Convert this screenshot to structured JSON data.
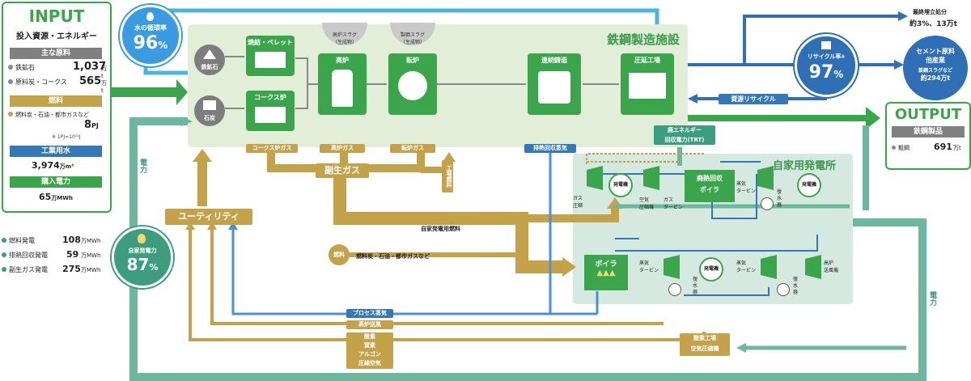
{
  "input": {
    "title": "INPUT",
    "subtitle": "投入資源・エネルギー",
    "main_material_label": "主な原料",
    "iron_ore_label": "鉄鉱石",
    "iron_ore_value": "1,037",
    "iron_ore_unit": "万t",
    "coal_label": "原料炭・コークス",
    "coal_value": "565",
    "coal_unit": "万t",
    "fuel_label": "燃料",
    "fuel_desc": "燃料炭・石油・都市ガスなど",
    "fuel_value": "8",
    "fuel_unit": "PJ",
    "fuel_note": "※ 1PJ=10¹⁵J",
    "water_label": "工業用水",
    "water_value": "3,974",
    "water_unit": "万m³",
    "power_label": "購入電力",
    "power_value": "65",
    "power_unit": "万MWh"
  },
  "power_list": [
    {
      "label": "燃料発電",
      "value": "108",
      "unit": "万MWh"
    },
    {
      "label": "排熱回収発電",
      "value": "59",
      "unit": "万MWh"
    },
    {
      "label": "副生ガス発電",
      "value": "275",
      "unit": "万MWh"
    }
  ],
  "water_rate": {
    "label": "水の循環率",
    "value": "96",
    "unit": "%"
  },
  "self_power": {
    "label": "自家発電力",
    "value": "87",
    "unit": "%"
  },
  "recycle": {
    "label": "リサイクル率",
    "note": "※",
    "value": "97",
    "unit": "%"
  },
  "facility": {
    "title": "鉄鋼製造施設"
  },
  "processes": {
    "iron_ore": "鉄鉱石",
    "coal": "石炭",
    "sinter": "焼結・ペレット",
    "coke": "コークス炉",
    "blast_furnace": "高炉",
    "converter": "転炉",
    "casting": "連続鋳造",
    "rolling": "圧延工場"
  },
  "slags": {
    "bf_slag": "高炉スラグ\n（生成物）",
    "conv_slag": "製鋼スラグ\n（生成物）"
  },
  "gas_tags": {
    "coke_gas": "コークス炉ガス",
    "bf_gas": "高炉ガス",
    "conv_gas": "転炉ガス",
    "byproduct_gas": "副生ガス",
    "factory_fuel": "工場燃料",
    "exhaust_steam": "排熱回収蒸気",
    "utility": "ユーティリティ",
    "self_fuel": "自家発電用燃料",
    "fuel": "燃料",
    "fuel_types": "燃料炭・石油・都市ガスなど",
    "process_steam": "プロセス蒸気",
    "bf_air": "高炉送風",
    "oxygen_list": "酸素\n窒素\nアルゴン\n圧縮空気",
    "oxygen_plant": "酸素工場\n空気圧縮機",
    "resource_recycle": "資源リサイクル",
    "waste_energy": "廃エネルギー\n回収電力(TRT)",
    "electric_left": "電力",
    "electric_right": "電力"
  },
  "power_plant": {
    "title": "自家用発電所",
    "generator": "発電機",
    "gas_comp": "ガス\n圧縮",
    "air_comp": "空気\n圧縮機",
    "gas_turbine": "ガス\nタービン",
    "waste_boiler": "廃熱回収\nボイラ",
    "steam_turbine": "蒸気\nタービン",
    "condenser": "復\n水\n器",
    "boiler": "ボイラ",
    "bf_blower": "高炉\n送風機"
  },
  "output": {
    "title": "OUTPUT",
    "product_label": "鉄鋼製品",
    "steel_label": "粗鋼",
    "steel_value": "691",
    "steel_unit": "万t",
    "landfill_label": "最終埋立処分",
    "landfill_value": "約3%、13万t",
    "cement_label": "セメント原料\n他産業",
    "cement_sub": "鉄鋼スラグなど",
    "cement_value": "約294万t"
  }
}
